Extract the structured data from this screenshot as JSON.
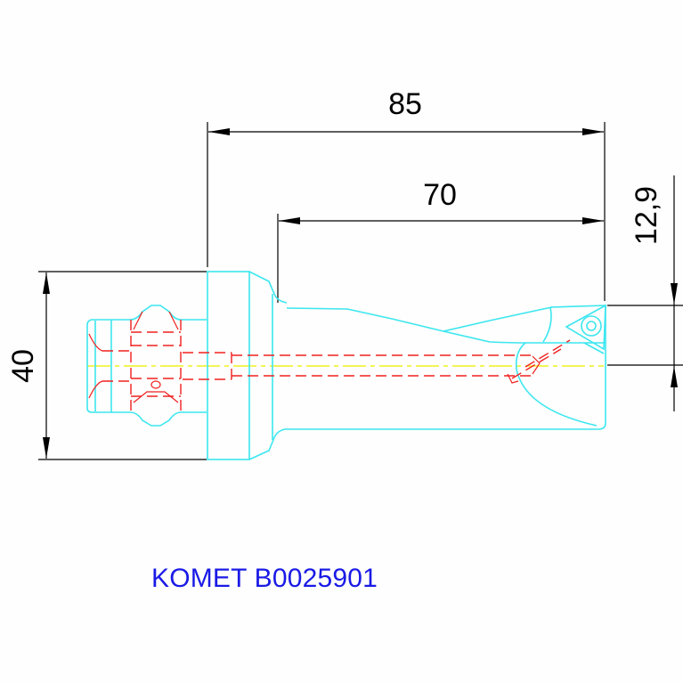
{
  "drawing": {
    "title": "KOMET B0025901",
    "dimensions": {
      "overall_length": "85",
      "body_length": "70",
      "offset": "12,9",
      "shank_diameter": "40"
    },
    "colors": {
      "outline": "#3ce6f0",
      "hidden_lines": "#f02020",
      "centerline": "#f0f020",
      "dimension_lines": "#000000",
      "caption": "#1a1ae6",
      "background": "#fdfefd"
    }
  }
}
